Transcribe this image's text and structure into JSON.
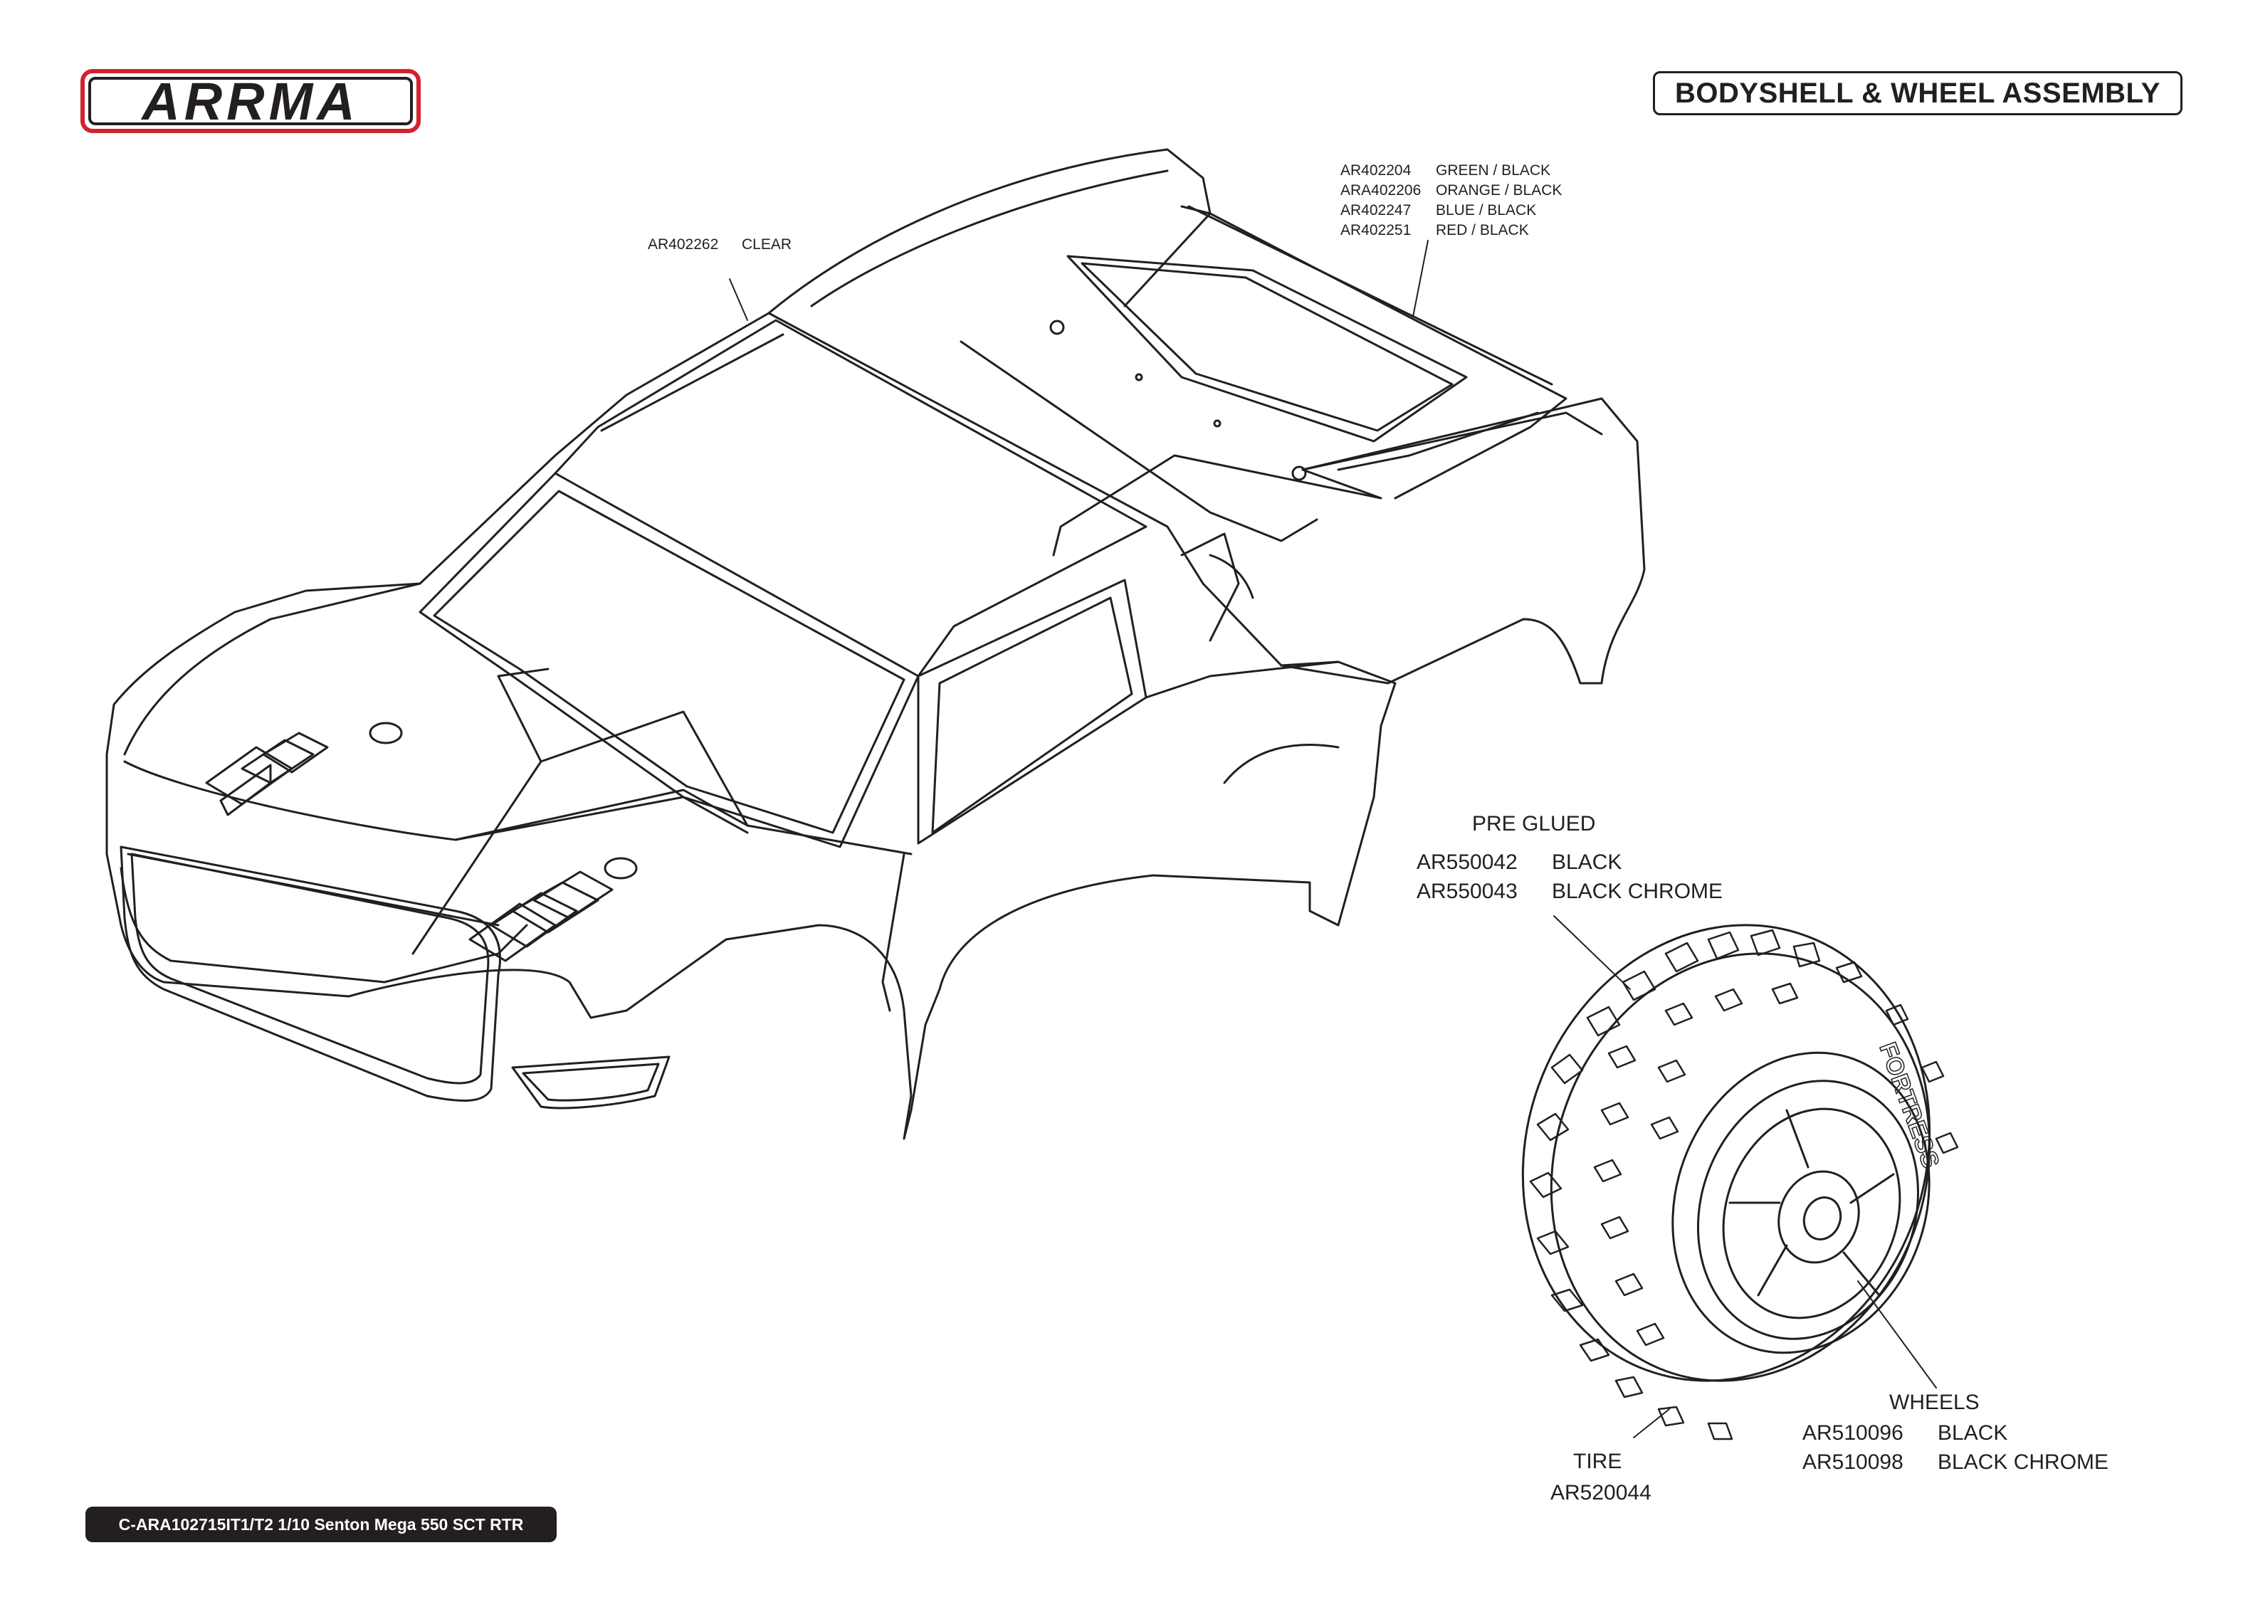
{
  "header": {
    "logo_text": "ARRMA",
    "title": "BODYSHELL & WHEEL ASSEMBLY"
  },
  "callouts": {
    "bodyshell": {
      "code": "AR402262",
      "label": "CLEAR"
    },
    "wing": [
      {
        "code": "AR402204",
        "label": "GREEN / BLACK"
      },
      {
        "code": "ARA402206",
        "label": "ORANGE / BLACK"
      },
      {
        "code": "AR402247",
        "label": "BLUE / BLACK"
      },
      {
        "code": "AR402251",
        "label": "RED / BLACK"
      }
    ],
    "pre_glued": {
      "heading": "PRE GLUED",
      "items": [
        {
          "code": "AR550042",
          "label": "BLACK"
        },
        {
          "code": "AR550043",
          "label": "BLACK CHROME"
        }
      ]
    },
    "wheels": {
      "heading": "WHEELS",
      "items": [
        {
          "code": "AR510096",
          "label": "BLACK"
        },
        {
          "code": "AR510098",
          "label": "BLACK CHROME"
        }
      ]
    },
    "tire": {
      "heading": "TIRE",
      "code": "AR520044"
    }
  },
  "tire_sidewall_text": "FORTRESS",
  "footer": {
    "model": "C-ARA102715IT1/T2 1/10 Senton Mega 550 SCT RTR"
  }
}
